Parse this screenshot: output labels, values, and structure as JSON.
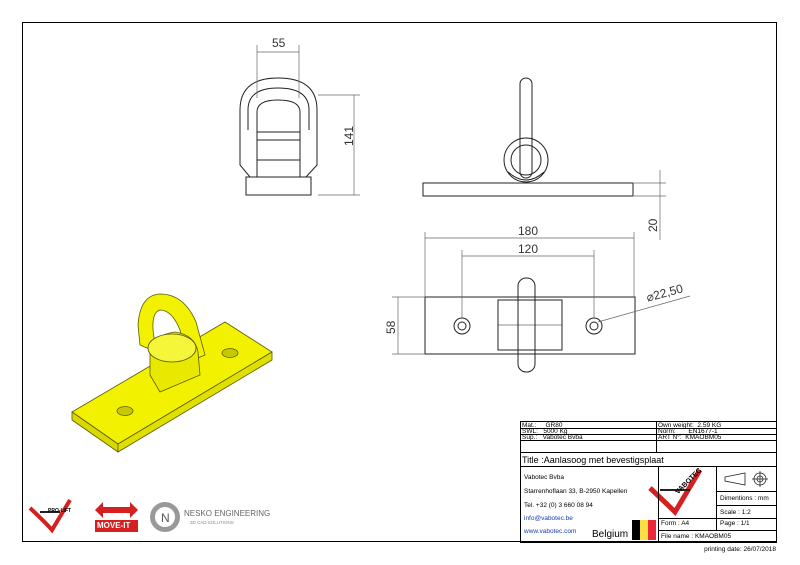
{
  "dimensions": {
    "top_width": "55",
    "top_height": "141",
    "side_thickness": "20",
    "plate_length": "180",
    "hole_spacing": "120",
    "plate_width": "58",
    "hole_diameter": "22,50"
  },
  "props": {
    "mat_label": "Mat.:",
    "mat_value": "GR80",
    "swl_label": "SWL:",
    "swl_value": "5000 Kg",
    "sup_label": "Sup.:",
    "sup_value": "Vabotec Bvba",
    "weight_label": "Own weight:",
    "weight_value": "2.59 KG",
    "norm_label": "Norm:",
    "norm_value": "EN1677-1",
    "art_label": "ART N°:",
    "art_value": "KMAOBM05"
  },
  "title": {
    "label": "Title",
    "value": ":Aanlasoog met bevestigsplaat"
  },
  "company": {
    "name": "Vabotec Bvba",
    "address": "Starrenhoflaan 33, B-2950 Kapellen",
    "tel": "Tel. +32 (0) 3 660 08 94",
    "email": "info@vabotec.be",
    "web": "www.vabotec.com",
    "country": "Belgium"
  },
  "sheet": {
    "dimensions": "Dimentions : mm",
    "scale": "Scale : 1:2",
    "form": "Form : A4",
    "page": "Page : 1/1",
    "file": "File name : KMAOBM05"
  },
  "logos": {
    "vabotec": "VABOTEC",
    "prolift": "PRO-LIFT",
    "moveit": "MOVE-IT",
    "nesko": "NESKO ENGINEERING",
    "nesko_sub": "3D CAD SOLUTIONS"
  },
  "printing_date": "printing date: 26/07/2018",
  "colors": {
    "part_yellow": "#F2F200",
    "logo_red": "#D42020"
  }
}
